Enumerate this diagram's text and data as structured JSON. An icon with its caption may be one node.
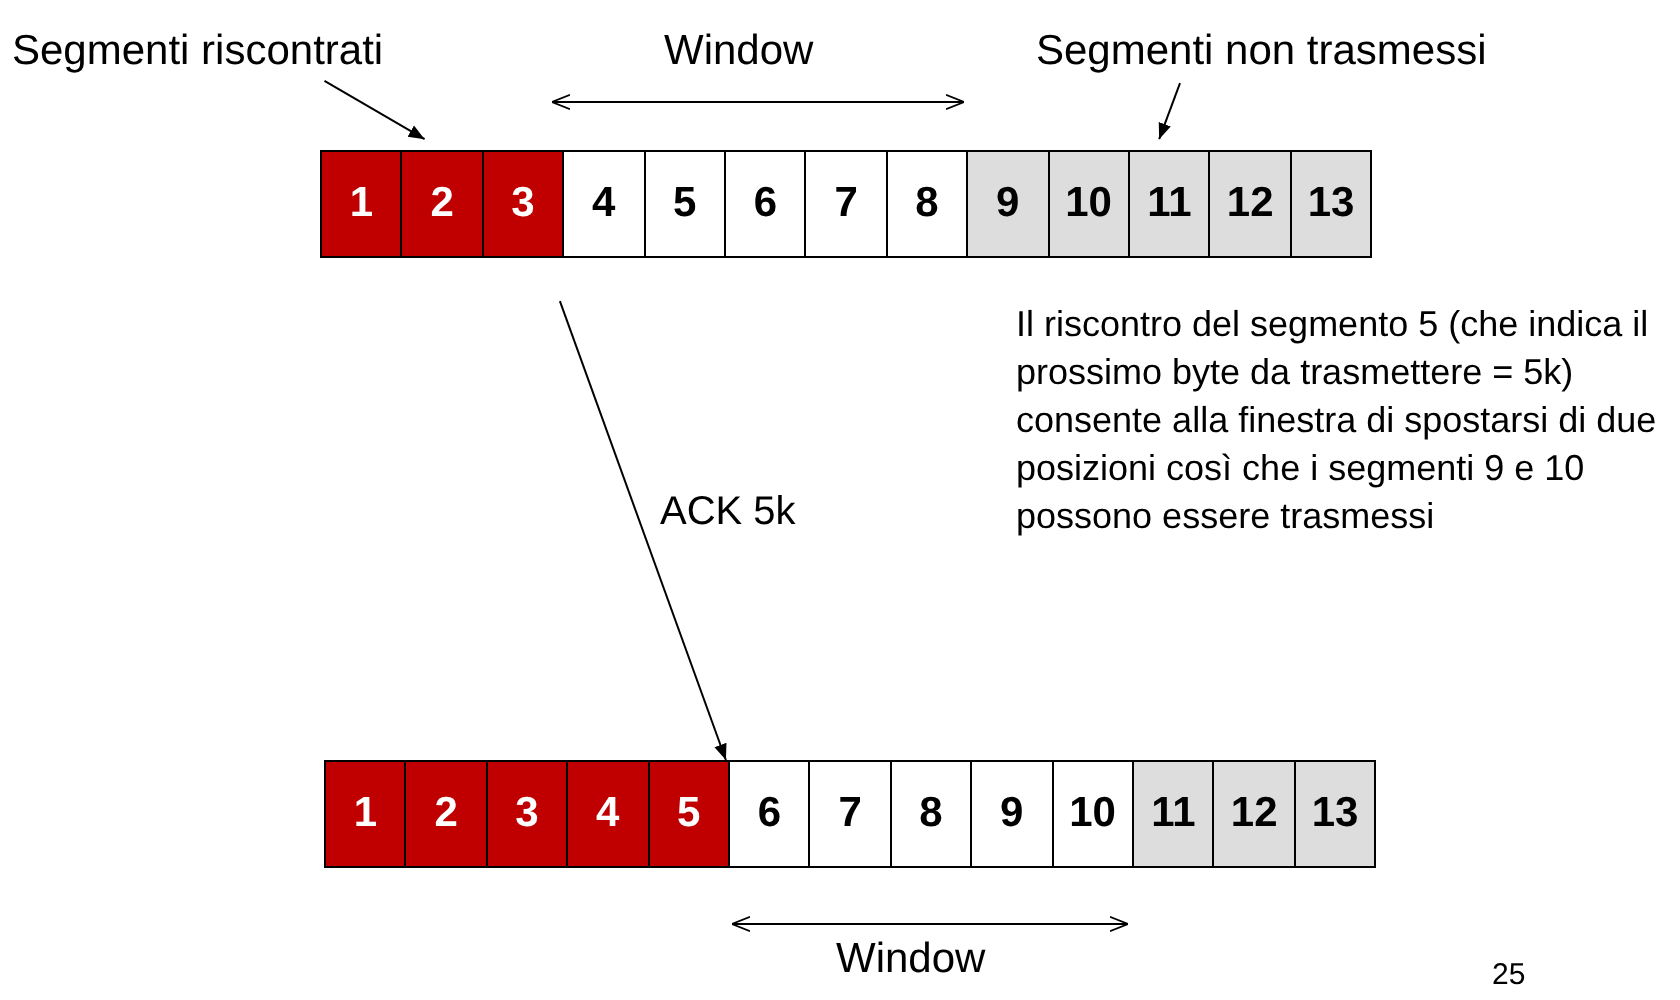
{
  "diagram": {
    "nodes": [
      {
        "text": [
          "Segmenti riscontrati"
        ]
      },
      {
        "text": [
          "Segmenti non trasmessi"
        ]
      },
      {
        "text": [
          "1"
        ]
      },
      {
        "text": [
          "2"
        ]
      },
      {
        "text": [
          "3"
        ]
      },
      {
        "text": [
          "4"
        ]
      },
      {
        "text": [
          "5"
        ]
      },
      {
        "text": [
          "6"
        ]
      },
      {
        "text": [
          "7"
        ]
      },
      {
        "text": [
          "8"
        ]
      },
      {
        "text": [
          "9"
        ]
      },
      {
        "text": [
          "10"
        ]
      },
      {
        "text": [
          "11"
        ]
      },
      {
        "text": [
          "12"
        ]
      },
      {
        "text": [
          "13"
        ]
      },
      {
        "text": [
          "1"
        ]
      },
      {
        "text": [
          "2"
        ]
      },
      {
        "text": [
          "3"
        ]
      },
      {
        "text": [
          "4"
        ]
      },
      {
        "text": [
          "5"
        ]
      },
      {
        "text": [
          "6"
        ]
      },
      {
        "text": [
          "7"
        ]
      },
      {
        "text": [
          "8"
        ]
      },
      {
        "text": [
          "9"
        ]
      },
      {
        "text": [
          "10"
        ]
      },
      {
        "text": [
          "11"
        ]
      },
      {
        "text": [
          "12"
        ]
      },
      {
        "text": [
          "13"
        ]
      }
    ],
    "edges": [
      {
        "from": 0,
        "to": 3,
        "arrow": "to"
      },
      {
        "from": 1,
        "to": 12,
        "arrow": "to"
      },
      {
        "from": 4,
        "to": 19,
        "arrow": "to",
        "label": "ACK 5k"
      }
    ],
    "labels": [
      "Window",
      "Il riscontro del segmento 5 (che indica il prossimo byte da trasmettere = 5k) consente alla finestra di spostarsi di due posizioni così che i segmenti 9 e 10 possono essere trasmessi",
      "Window",
      "25"
    ]
  }
}
